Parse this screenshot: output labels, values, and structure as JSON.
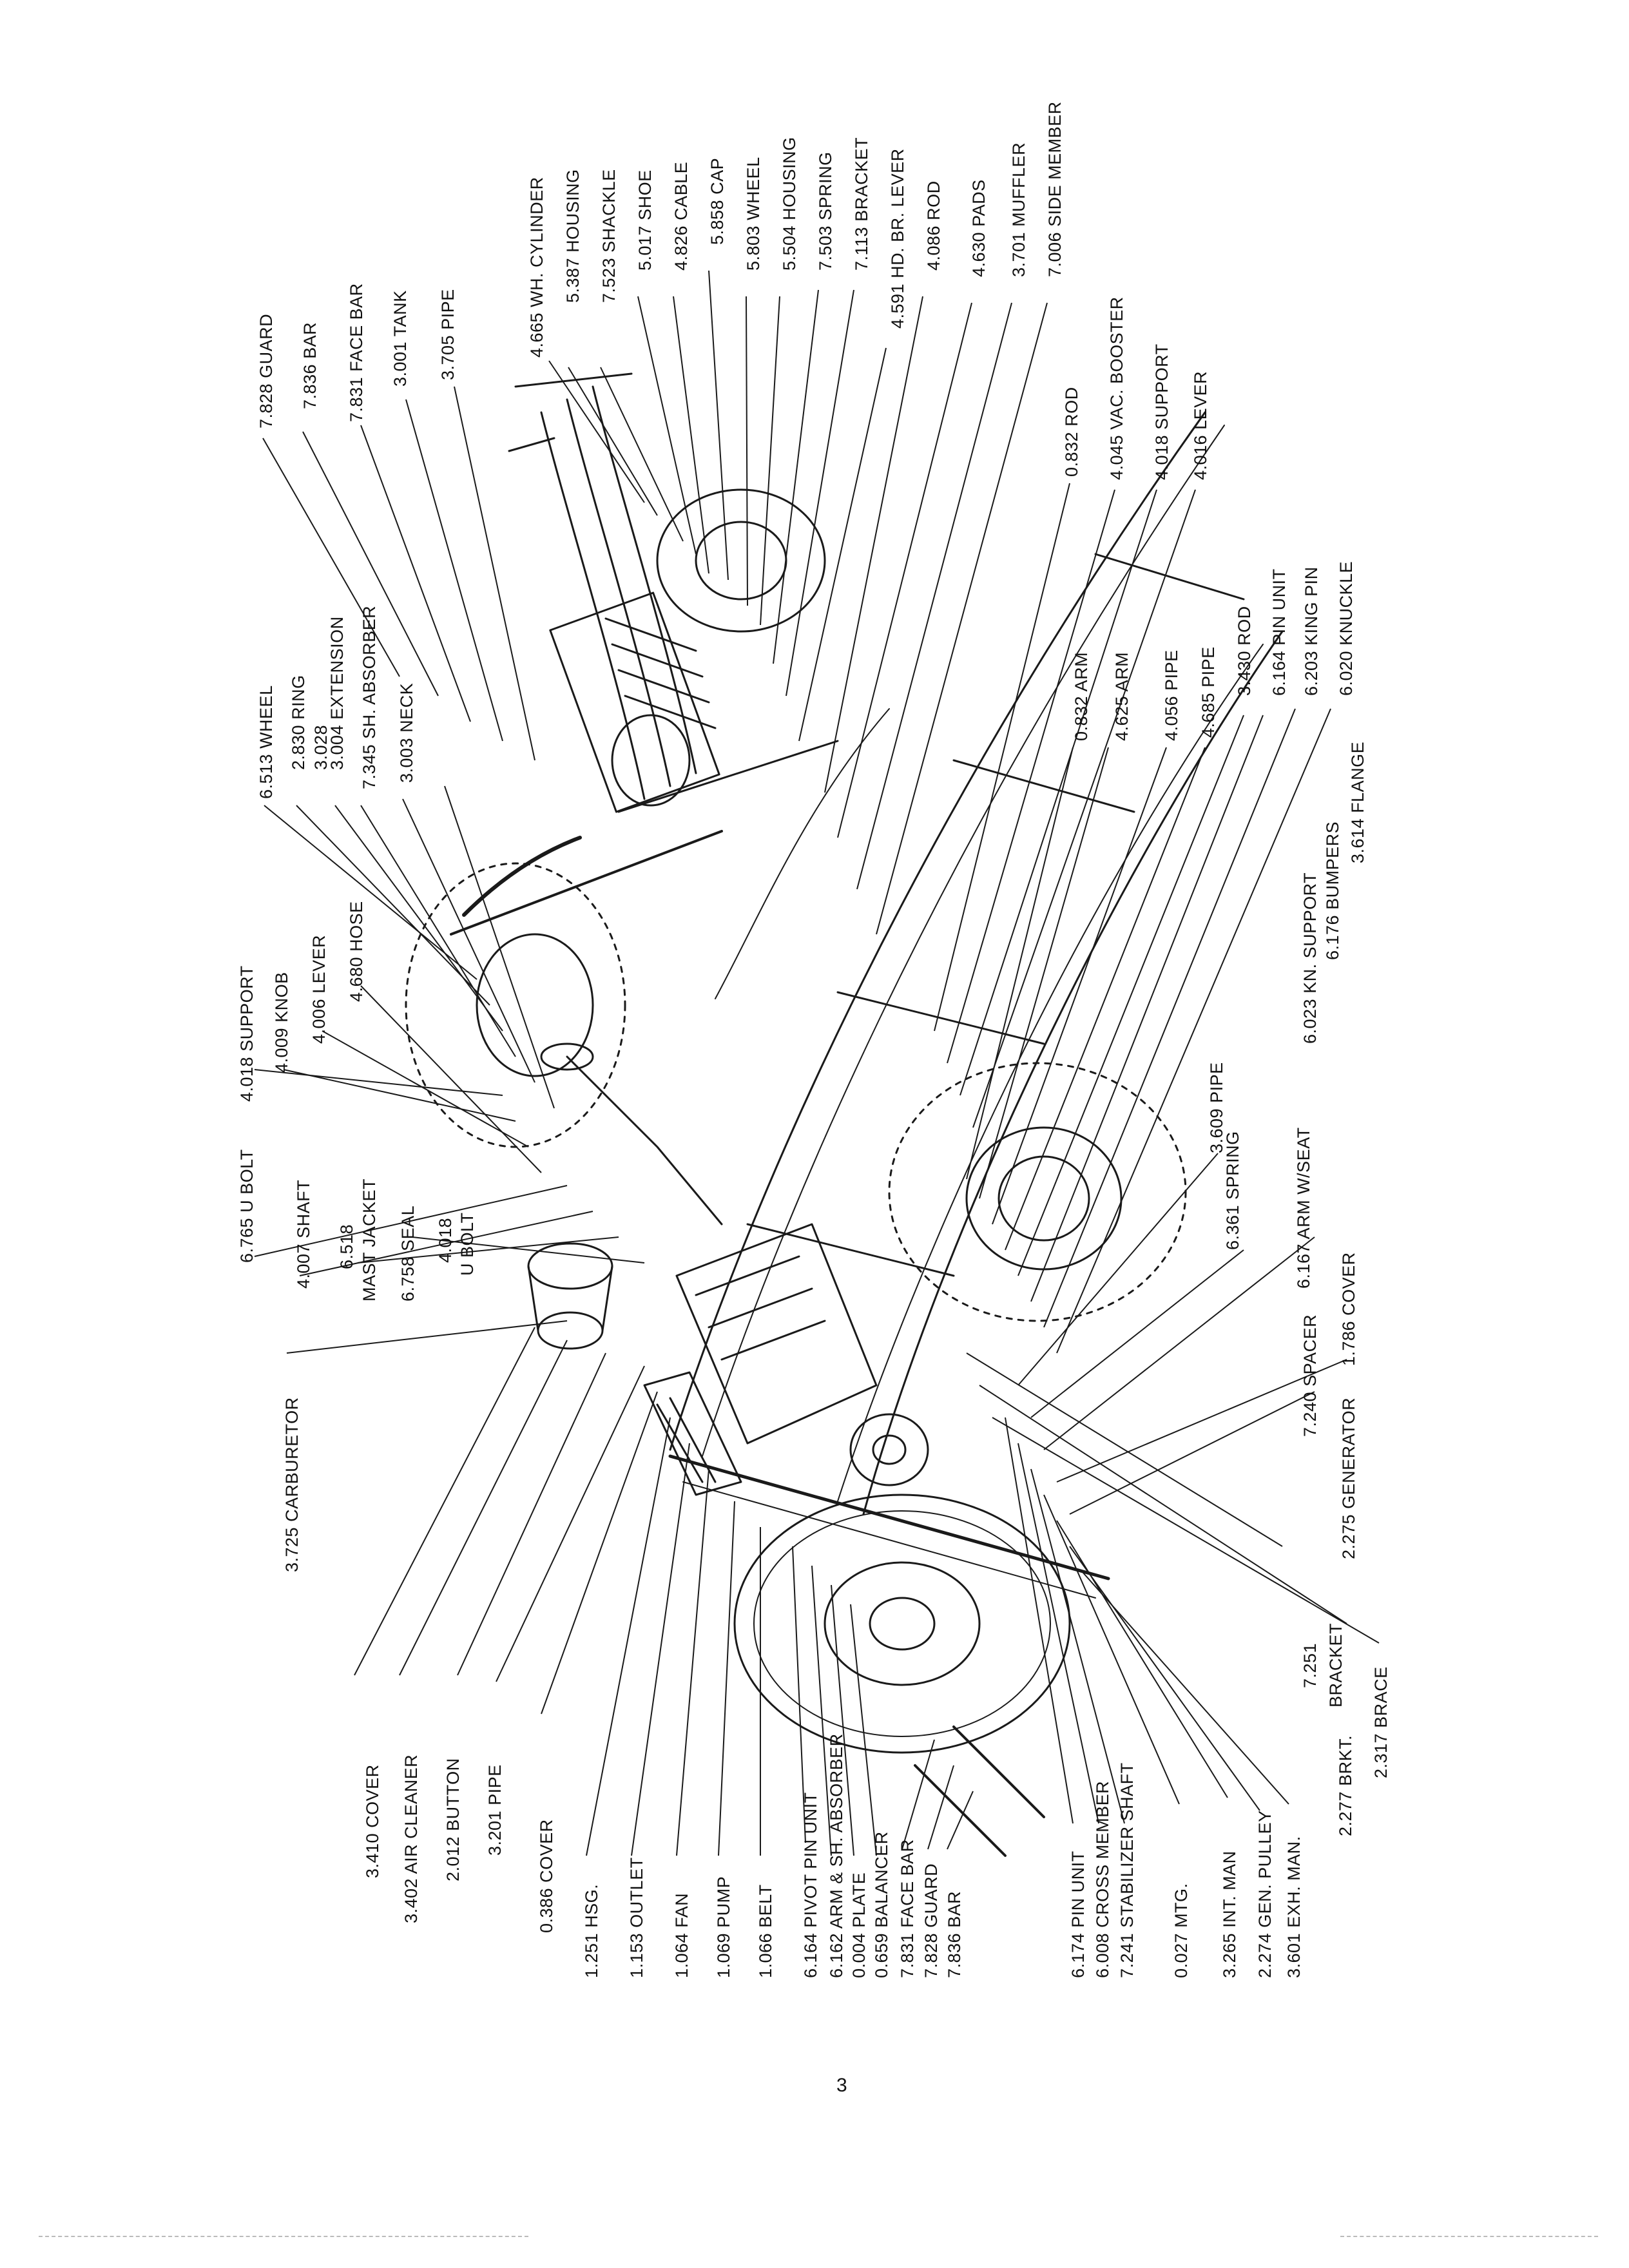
{
  "page_number": "3",
  "labels": {
    "top_right": [
      "4.665 WH. CYLINDER",
      "5.387 HOUSING",
      "7.523 SHACKLE",
      "5.017 SHOE",
      "4.826 CABLE",
      "5.858 CAP",
      "5.803 WHEEL",
      "5.504 HOUSING",
      "7.503 SPRING",
      "7.113 BRACKET",
      "4.591 HD. BR. LEVER",
      "4.086 ROD",
      "4.630 PADS",
      "3.701 MUFFLER",
      "7.006 SIDE MEMBER"
    ],
    "top_mid": [
      "7.828 GUARD",
      "7.836 BAR",
      "7.831 FACE BAR",
      "3.001 TANK",
      "3.705 PIPE"
    ],
    "right_mid": [
      "0.832 ROD",
      "4.045 VAC. BOOSTER",
      "4.018 SUPPORT",
      "4.016 LEVER"
    ],
    "center_a": [
      "6.513 WHEEL",
      "2.830 RING",
      "3.028",
      "3.004 EXTENSION",
      "7.345 SH. ABSORBER",
      "3.003 NECK"
    ],
    "center_b": [
      "0.832 ARM",
      "4.625 ARM",
      "4.056 PIPE",
      "4.685 PIPE",
      "3.430 ROD",
      "6.164 PIN UNIT",
      "6.203 KING PIN",
      "6.020 KNUCKLE"
    ],
    "center_c": [
      "6.023 KN. SUPPORT",
      "6.176 BUMPERS",
      "3.614 FLANGE"
    ],
    "left_mid": [
      "4.018 SUPPORT",
      "4.009 KNOB",
      "4.006 LEVER",
      "4.680 HOSE"
    ],
    "left_low": [
      "6.765 U BOLT",
      "4.007 SHAFT",
      "6.518",
      "MAST JACKET",
      "6.758 SEAL",
      "4.018",
      "U BOLT"
    ],
    "mid_low": [
      "3.609 PIPE",
      "6.361 SPRING",
      "6.167 ARM W/SEAT",
      "1.786 COVER",
      "7.240 SPACER",
      "2.275 GENERATOR",
      "7.251",
      "BRACKET",
      "2.317 BRACE",
      "2.277 BRKT."
    ],
    "carburetor": "3.725 CARBURETOR",
    "left_bottom": [
      "3.410 COVER",
      "3.402 AIR CLEANER",
      "2.012 BUTTON",
      "3.201 PIPE",
      "0.386 COVER"
    ],
    "bottom": [
      "1.251 HSG.",
      "1.153 OUTLET",
      "1.064 FAN",
      "1.069 PUMP",
      "1.066 BELT",
      "6.164 PIVOT PIN UNIT",
      "6.162 ARM & SH. ABSORBER",
      "0.004 PLATE",
      "0.659 BALANCER",
      "7.831 FACE BAR",
      "7.828 GUARD",
      "7.836 BAR"
    ],
    "bottom_right": [
      "6.174 PIN UNIT",
      "6.008 CROSS MEMBER",
      "7.241 STABILIZER SHAFT",
      "0.027 MTG.",
      "3.265 INT. MAN",
      "2.274 GEN. PULLEY",
      "3.601 EXH. MAN."
    ]
  }
}
